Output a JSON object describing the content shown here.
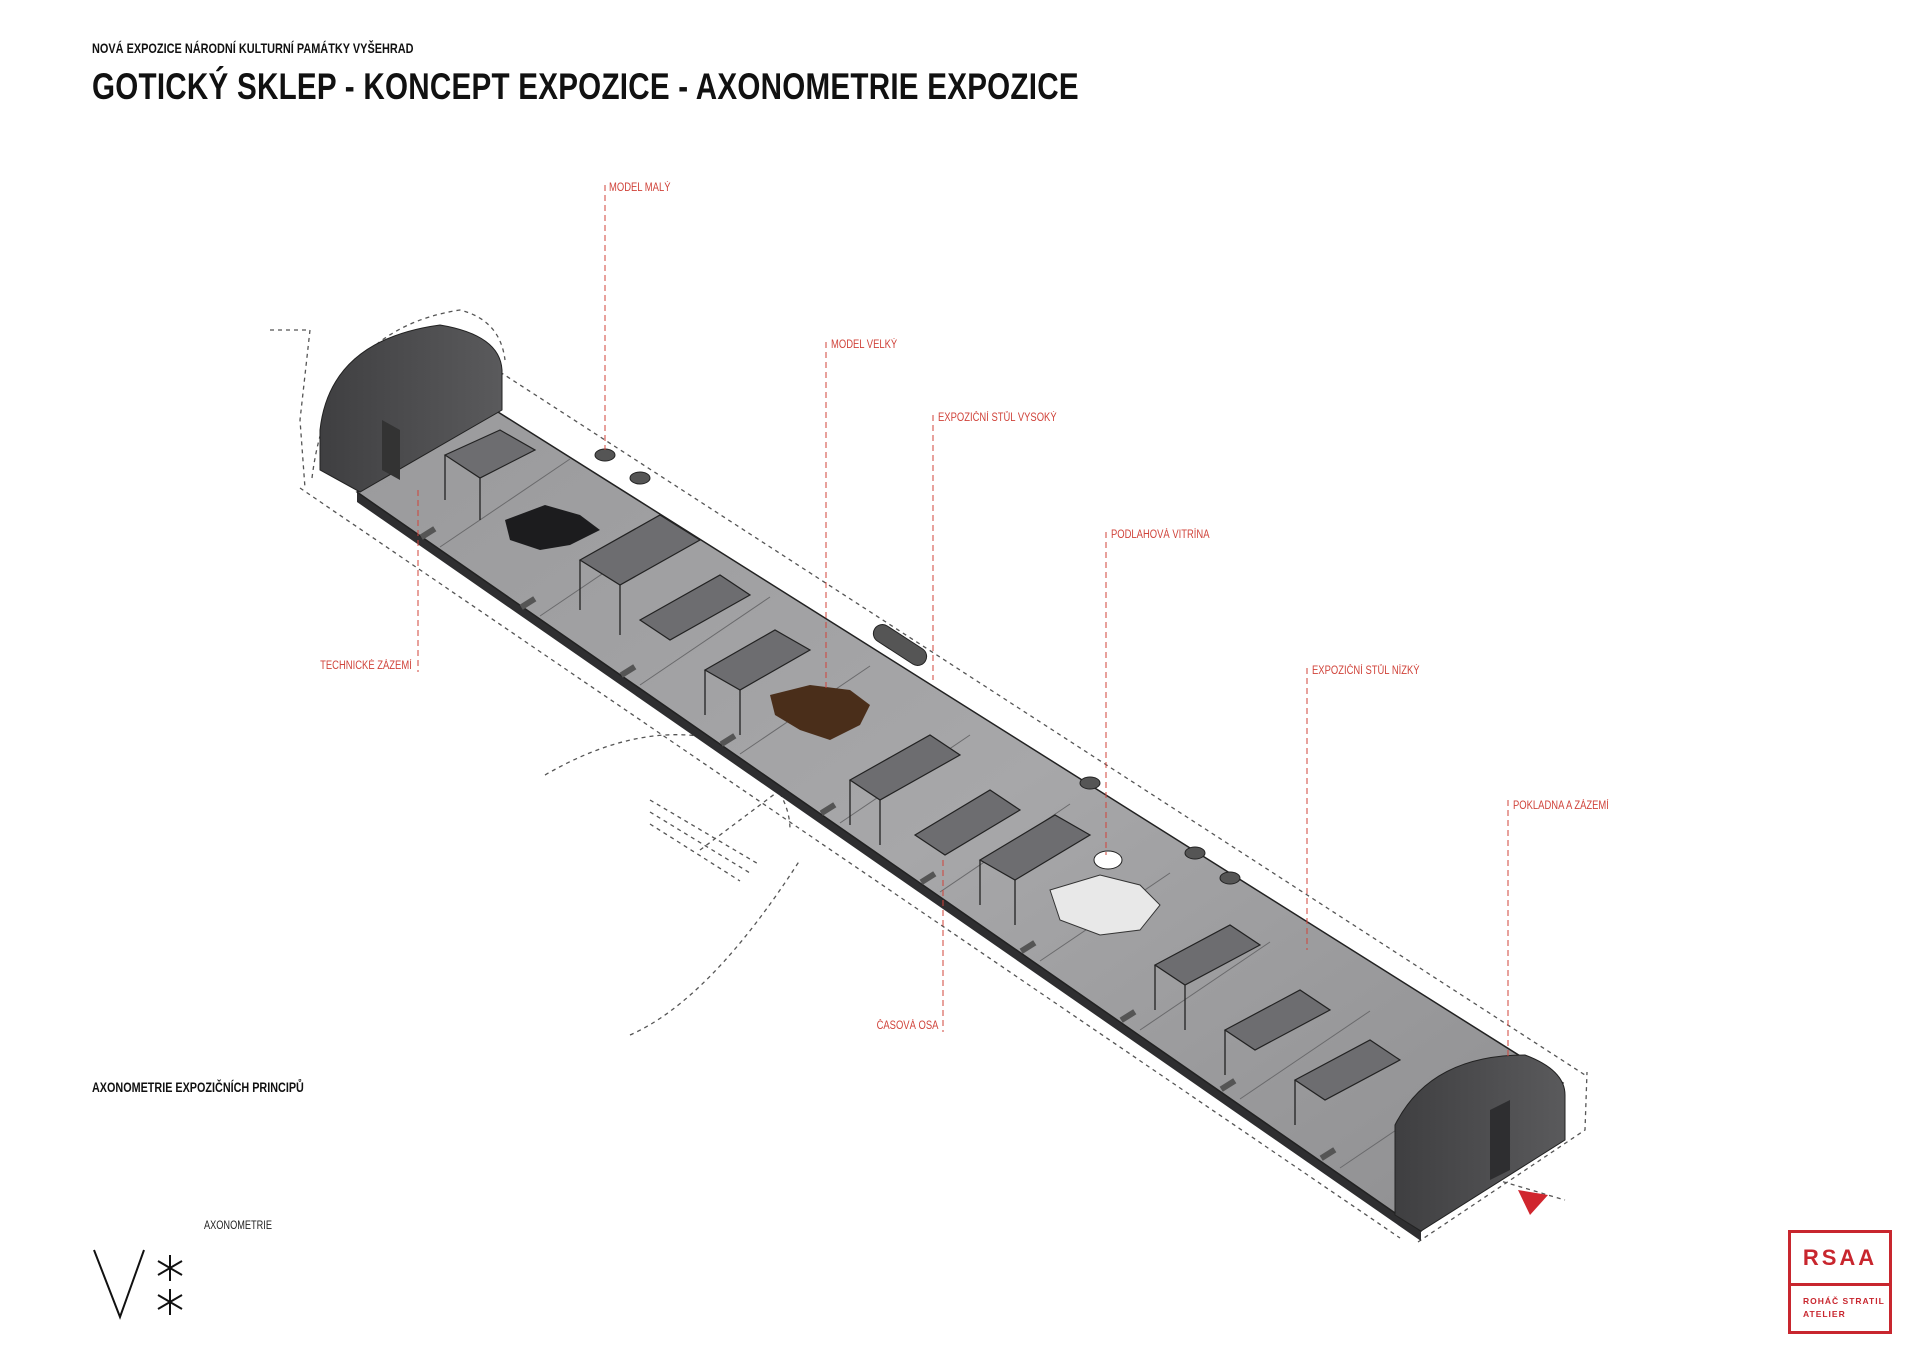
{
  "header": {
    "subtitle": "NOVÁ EXPOZICE NÁRODNÍ KULTURNÍ PAMÁTKY VYŠEHRAD",
    "title": "GOTICKÝ SKLEP - KONCEPT EXPOZICE - AXONOMETRIE EXPOZICE"
  },
  "labels": {
    "model_small": "MODEL MALÝ",
    "model_large": "MODEL VELKÝ",
    "table_high": "EXPOZIČNÍ STŮL VYSOKÝ",
    "floor_vitrine": "PODLAHOVÁ VITRÍNA",
    "technical": "TECHNICKÉ ZÁZEMÍ",
    "table_low": "EXPOZIČNÍ STŮL NÍZKÝ",
    "cashdesk": "POKLADNA A ZÁZEMÍ",
    "timeline": "ČASOVÁ OSA"
  },
  "section_label": "AXONOMETRIE EXPOZIČNÍCH PRINCIPŮ",
  "axo_label": "AXONOMETRIE",
  "logo": {
    "name": "RSAA",
    "line1": "ROHÁČ STRATIL",
    "line2": "ATELIER"
  },
  "colors": {
    "accent": "#d0433a",
    "logo": "#c8262e",
    "floor": "#8f8f91",
    "wall": "#4a4a4c"
  }
}
